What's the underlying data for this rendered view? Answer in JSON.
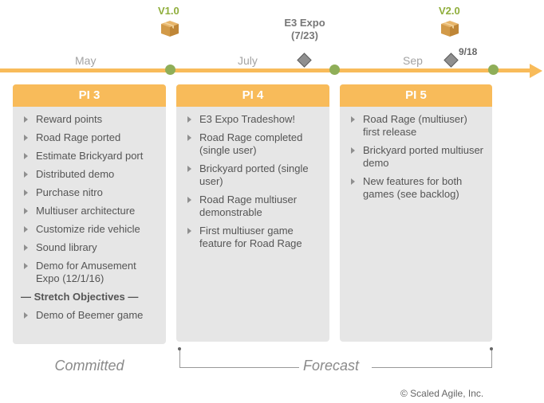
{
  "timeline": {
    "months": [
      "May",
      "July",
      "Sep"
    ],
    "releases": [
      {
        "label": "V1.0",
        "icon": "package-box-icon"
      },
      {
        "label": "V2.0",
        "icon": "package-box-icon"
      }
    ],
    "milestones": [
      {
        "label_line1": "E3 Expo",
        "label_line2": "(7/23)",
        "icon": "diamond-milestone-icon"
      },
      {
        "label": "9/18",
        "icon": "diamond-milestone-icon"
      }
    ],
    "colors": {
      "line": "#f8bb5a",
      "dot": "#8fae58",
      "release_text": "#8fae3c"
    }
  },
  "pis": [
    {
      "title": "PI 3",
      "items": [
        "Reward points",
        "Road Rage ported",
        "Estimate Brickyard port",
        "Distributed demo",
        "Purchase nitro",
        "Multiuser architecture",
        "Customize ride vehicle",
        "Sound library",
        "Demo for Amusement Expo (12/1/16)"
      ],
      "stretch_label": "— Stretch Objectives —",
      "stretch_items": [
        "Demo of Beemer game"
      ]
    },
    {
      "title": "PI 4",
      "items": [
        "E3 Expo Tradeshow!",
        "Road Rage completed (single user)",
        "Brickyard ported (single user)",
        "Road Rage multiuser demonstrable",
        "First multiuser game feature for Road Rage"
      ]
    },
    {
      "title": "PI 5",
      "items": [
        "Road Rage (multiuser) first release",
        "Brickyard ported multiuser demo",
        "New features for both games (see backlog)"
      ]
    }
  ],
  "labels": {
    "committed": "Committed",
    "forecast": "Forecast"
  },
  "copyright": "© Scaled Agile, Inc."
}
